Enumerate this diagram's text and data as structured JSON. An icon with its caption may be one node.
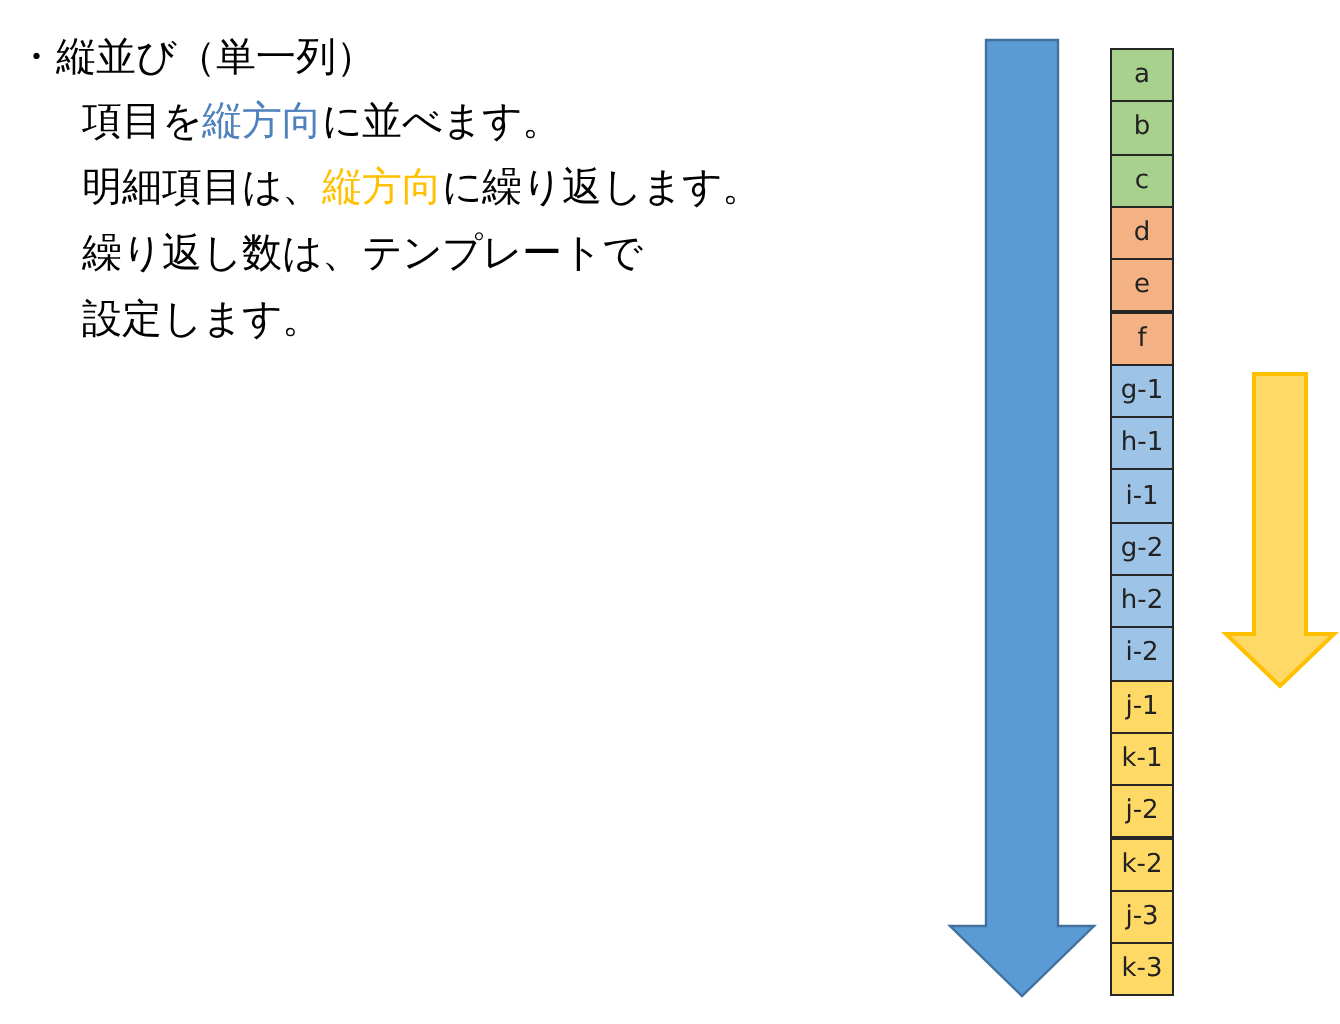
{
  "diagram": {
    "nodes": [
      {
        "text": [
          "a"
        ]
      },
      {
        "text": [
          "b"
        ]
      },
      {
        "text": [
          "c"
        ]
      },
      {
        "text": [
          "d"
        ]
      },
      {
        "text": [
          "e"
        ]
      },
      {
        "text": [
          "f"
        ]
      },
      {
        "text": [
          "g-1"
        ]
      },
      {
        "text": [
          "h-1"
        ]
      },
      {
        "text": [
          "i-1"
        ]
      },
      {
        "text": [
          "g-2"
        ]
      },
      {
        "text": [
          "h-2"
        ]
      },
      {
        "text": [
          "i-2"
        ]
      },
      {
        "text": [
          "j-1"
        ]
      },
      {
        "text": [
          "k-1"
        ]
      },
      {
        "text": [
          "j-2"
        ]
      },
      {
        "text": [
          "k-2"
        ]
      },
      {
        "text": [
          "j-3"
        ]
      },
      {
        "text": [
          "k-3"
        ]
      }
    ],
    "edges": [],
    "labels": [
      "・縦並び（単一列）",
      "項目を",
      "縦方向",
      "に並べます。",
      "明細項目は、",
      "縦方向",
      "に繰り返します。",
      "繰り返し数は、テンプレートで設定します。"
    ]
  }
}
